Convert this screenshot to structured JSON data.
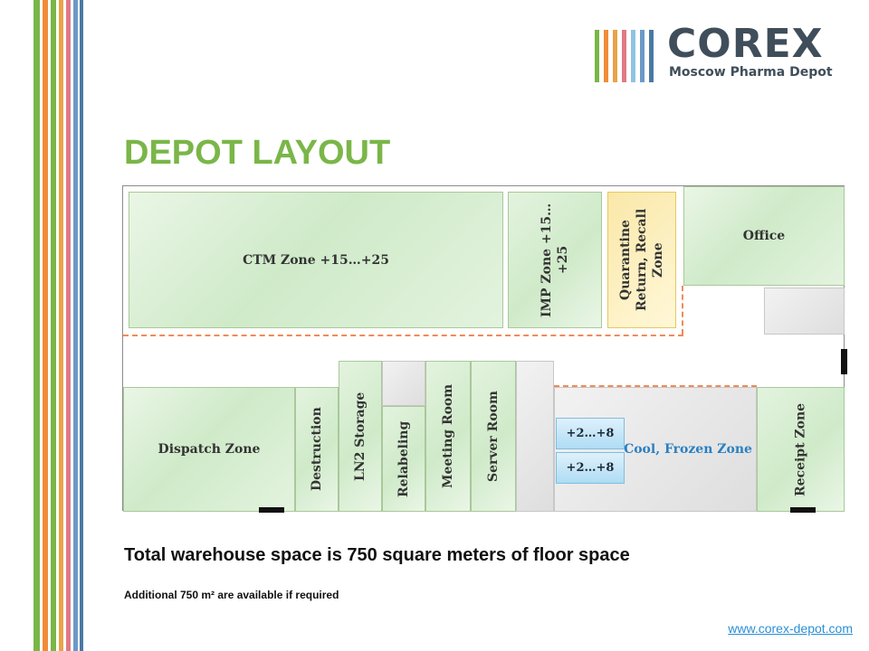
{
  "colors": {
    "brand_green": "#7ab648",
    "stripes": [
      "#7ab648",
      "#f28c38",
      "#7ab648",
      "#e8a34a",
      "#e07a86",
      "#6c9ac8",
      "#4a79a5"
    ]
  },
  "logo": {
    "name": "COREX",
    "subtitle": "Moscow Pharma Depot",
    "bar_colors": [
      "#7ab648",
      "#f28c38",
      "#e8a34a",
      "#e07a86",
      "#8fc3e2",
      "#6c9ac8",
      "#4a79a5"
    ]
  },
  "title": "DEPOT LAYOUT",
  "zones": {
    "ctm": "CTM Zone +15…+25",
    "imp": "IMP Zone +15…+25",
    "quarantine": "Quarantine Return, Recall Zone",
    "office": "Office",
    "dispatch": "Dispatch Zone",
    "destruction": "Destruction",
    "ln2": "LN2 Storage",
    "relabeling": "Relabeling",
    "meeting": "Meeting Room",
    "server": "Server Room",
    "cool_a": "+2…+8",
    "cool_b": "+2…+8",
    "cool_frozen": "Cool, Frozen Zone",
    "receipt": "Receipt Zone"
  },
  "caption": "Total warehouse space is 750 square meters of floor space",
  "note": "Additional 750 m² are available if required",
  "website": "www.corex-depot.com"
}
